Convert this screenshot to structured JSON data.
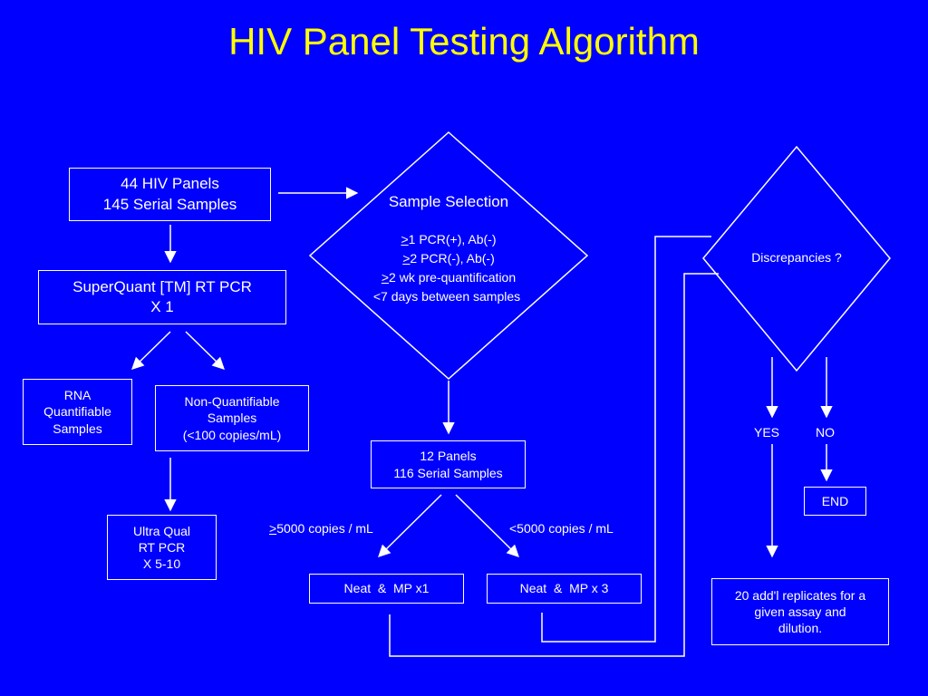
{
  "title": "HIV Panel Testing Algorithm",
  "panels": {
    "line1": "44 HIV Panels",
    "line2": "145 Serial Samples"
  },
  "superquant": {
    "line1": "SuperQuant [TM] RT PCR",
    "line2": "X 1"
  },
  "rna": {
    "line1": "RNA",
    "line2": "Quantifiable",
    "line3": "Samples"
  },
  "nonquant": {
    "line1": "Non-Quantifiable",
    "line2": "Samples",
    "line3": "(<100 copies/mL)"
  },
  "ultraqual": {
    "line1": "Ultra Qual",
    "line2": "RT PCR",
    "line3": "X 5-10"
  },
  "selection": {
    "title": "Sample Selection",
    "c1_sym": ">",
    "c1": "1 PCR(+), Ab(-)",
    "c2_sym": ">",
    "c2": "2 PCR(-), Ab(-)",
    "c3_sym": ">",
    "c3": "2 wk pre-quantification",
    "c4": "<7 days between samples"
  },
  "twelve": {
    "line1": "12 Panels",
    "line2": "116 Serial Samples"
  },
  "high_label": {
    "sym": ">",
    "text": "5000 copies / mL"
  },
  "low_label": "<5000 copies / mL",
  "neat1": "Neat  &  MP x1",
  "neat3": "Neat  &  MP x 3",
  "discrepancies": "Discrepancies ?",
  "yes": "YES",
  "no": "NO",
  "end": "END",
  "replicates": {
    "line1": "20 add'l replicates for a",
    "line2": "given assay and",
    "line3": "dilution."
  }
}
